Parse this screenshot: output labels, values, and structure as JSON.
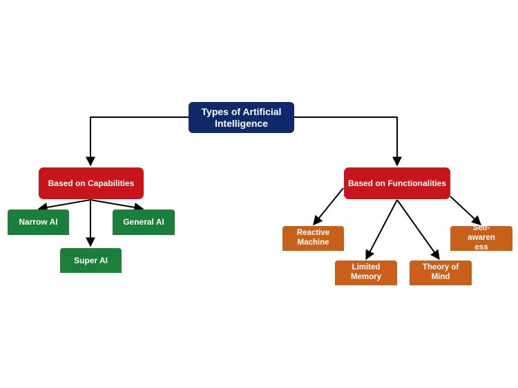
{
  "diagram": {
    "root": {
      "label": "Types of Artificial Intelligence"
    },
    "capabilities": {
      "label": "Based on Capabilities",
      "children": [
        "Narrow AI",
        "Super AI",
        "General AI"
      ]
    },
    "functionalities": {
      "label": "Based on Functionalities",
      "children": [
        "Reactive Machine",
        "Limited Memory",
        "Theory of Mind",
        "Self-awareness"
      ]
    },
    "colors": {
      "root": "#0e2a6b",
      "category": "#c8141b",
      "capability_leaf": "#1a7f3a",
      "functionality_leaf": "#c8601a",
      "connector": "#000000"
    }
  }
}
